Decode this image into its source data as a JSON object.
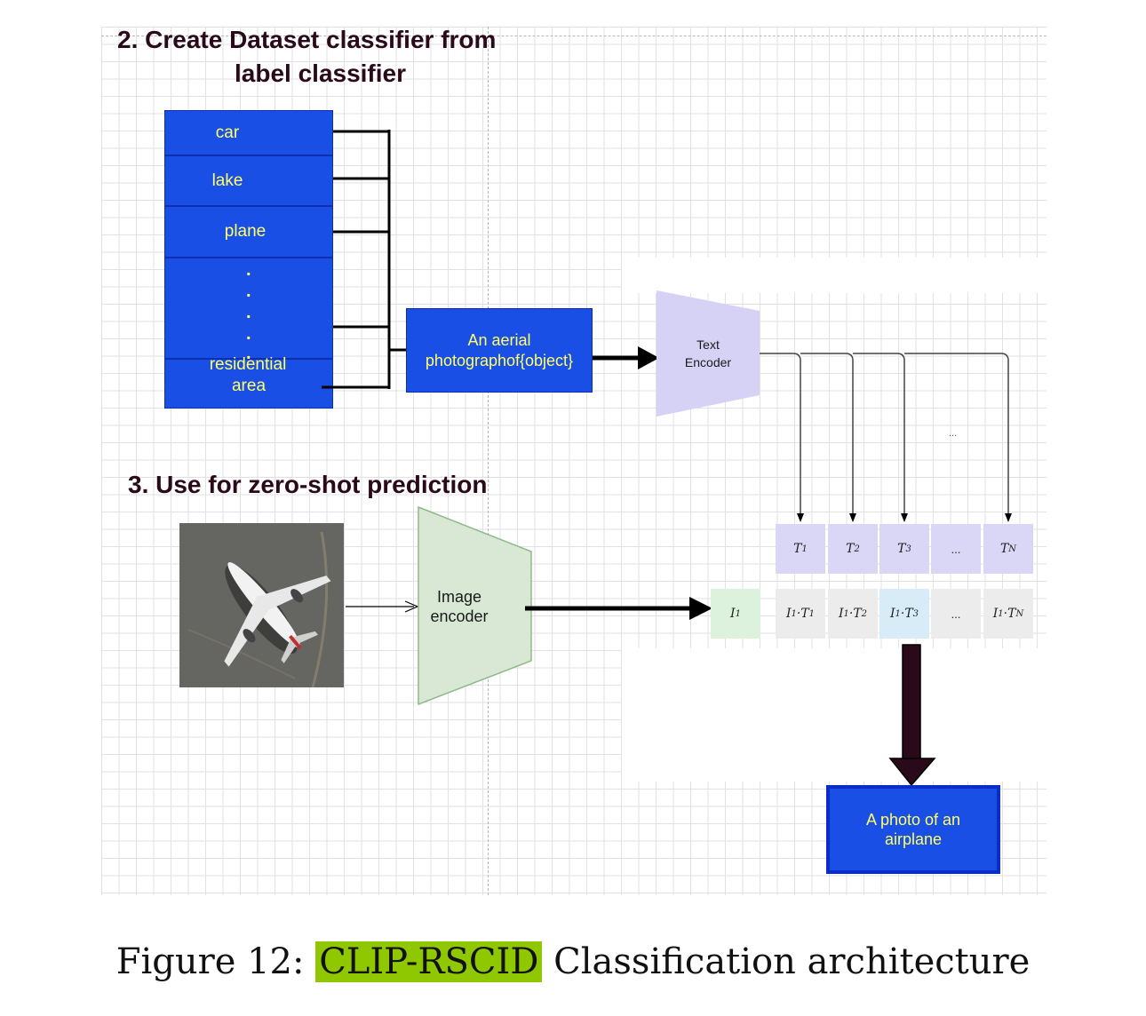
{
  "section2": {
    "heading_line1": "2. Create Dataset classifier from",
    "heading_line2": "label classifier"
  },
  "labels": {
    "car": "car",
    "lake": "lake",
    "plane": "plane",
    "dots": ".",
    "residential_line1": "residential",
    "residential_line2": "area"
  },
  "prompt": {
    "line1": "An aerial",
    "line2": "photographof{object}"
  },
  "text_encoder": {
    "line1": "Text",
    "line2": "Encoder"
  },
  "section3": {
    "heading": "3. Use for zero-shot prediction"
  },
  "image_encoder": {
    "line1": "Image",
    "line2": "encoder"
  },
  "text_embeddings": {
    "ellipsis": "...",
    "cells": [
      {
        "main": "T",
        "sub": "1"
      },
      {
        "main": "T",
        "sub": "2"
      },
      {
        "main": "T",
        "sub": "3"
      },
      {
        "main": "...",
        "sub": ""
      },
      {
        "main": "T",
        "sub": "N"
      }
    ]
  },
  "image_embedding": {
    "main": "I",
    "sub": "1"
  },
  "products": [
    {
      "a": "I",
      "as": "1",
      "b": "T",
      "bs": "1"
    },
    {
      "a": "I",
      "as": "1",
      "b": "T",
      "bs": "2"
    },
    {
      "a": "I",
      "as": "1",
      "b": "T",
      "bs": "3"
    },
    {
      "a": "...",
      "as": "",
      "b": "",
      "bs": ""
    },
    {
      "a": "I",
      "as": "1",
      "b": "T",
      "bs": "N"
    }
  ],
  "result": {
    "line1": "A photo of an",
    "line2": "airplane"
  },
  "caption": {
    "prefix": "Figure 12: ",
    "highlight": "CLIP-RSCID",
    "suffix": " Classification architecture"
  },
  "colors": {
    "label_fill": "#1a4fe6",
    "label_text": "#ffff66",
    "text_encoder_fill": "#d6d2f6",
    "image_encoder_fill": "#d8e8d4",
    "caption_highlight": "#8fc800",
    "result_arrow": "#2a0a1a"
  }
}
